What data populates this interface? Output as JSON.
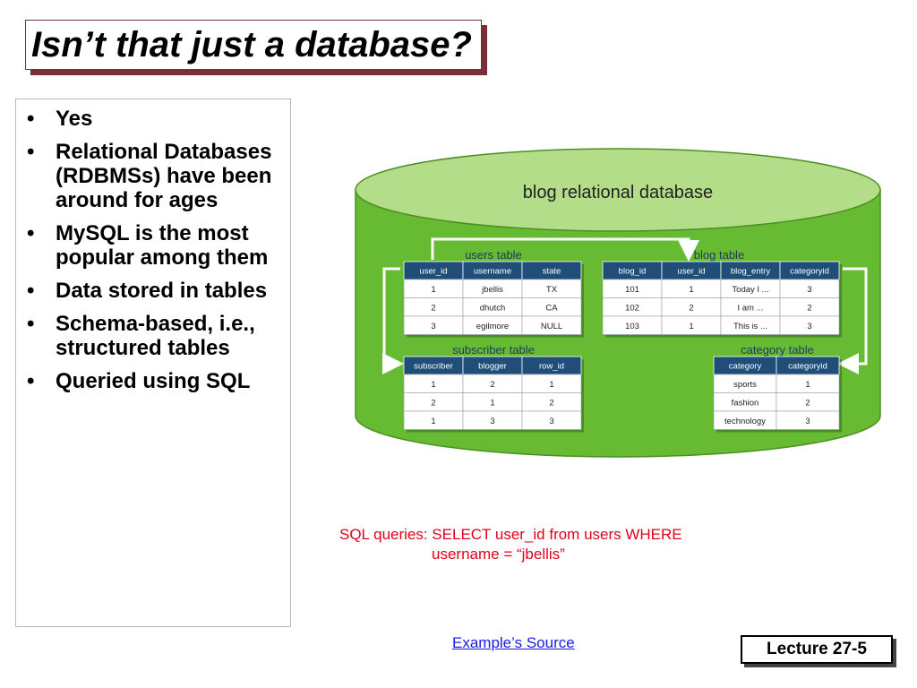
{
  "slide": {
    "title": "Isn’t that just a database?",
    "bullets": [
      "Yes",
      "Relational Databases (RDBMSs) have been around for ages",
      "MySQL is the most popular among them",
      "Data stored in tables",
      "Schema-based, i.e., structured tables",
      "Queried using SQL"
    ],
    "sql_line1": "SQL queries: SELECT user_id from users WHERE",
    "sql_line2": "username = “jbellis”",
    "source_link": "Example’s Source",
    "lecture_label": "Lecture 27-5"
  },
  "diagram": {
    "db_label": "blog relational database",
    "users_table": {
      "caption": "users table",
      "headers": [
        "user_id",
        "username",
        "state"
      ],
      "rows": [
        [
          "1",
          "jbellis",
          "TX"
        ],
        [
          "2",
          "dhutch",
          "CA"
        ],
        [
          "3",
          "egilmore",
          "NULL"
        ]
      ]
    },
    "blog_table": {
      "caption": "blog table",
      "headers": [
        "blog_id",
        "user_id",
        "blog_entry",
        "categoryid"
      ],
      "rows": [
        [
          "101",
          "1",
          "Today I ...",
          "3"
        ],
        [
          "102",
          "2",
          "I am ...",
          "2"
        ],
        [
          "103",
          "1",
          "This is ...",
          "3"
        ]
      ]
    },
    "subscriber_table": {
      "caption": "subscriber table",
      "headers": [
        "subscriber",
        "blogger",
        "row_id"
      ],
      "rows": [
        [
          "1",
          "2",
          "1"
        ],
        [
          "2",
          "1",
          "2"
        ],
        [
          "1",
          "3",
          "3"
        ]
      ]
    },
    "category_table": {
      "caption": "category table",
      "headers": [
        "category",
        "categoryid"
      ],
      "rows": [
        [
          "sports",
          "1"
        ],
        [
          "fashion",
          "2"
        ],
        [
          "technology",
          "3"
        ]
      ]
    }
  },
  "colors": {
    "cylinder_body": "#66bb33",
    "cylinder_top": "#b3dd88",
    "table_header": "#1f4e79",
    "title_shadow": "#7a2e35",
    "sql_text": "#e0001b",
    "link": "#1a1ae6"
  }
}
